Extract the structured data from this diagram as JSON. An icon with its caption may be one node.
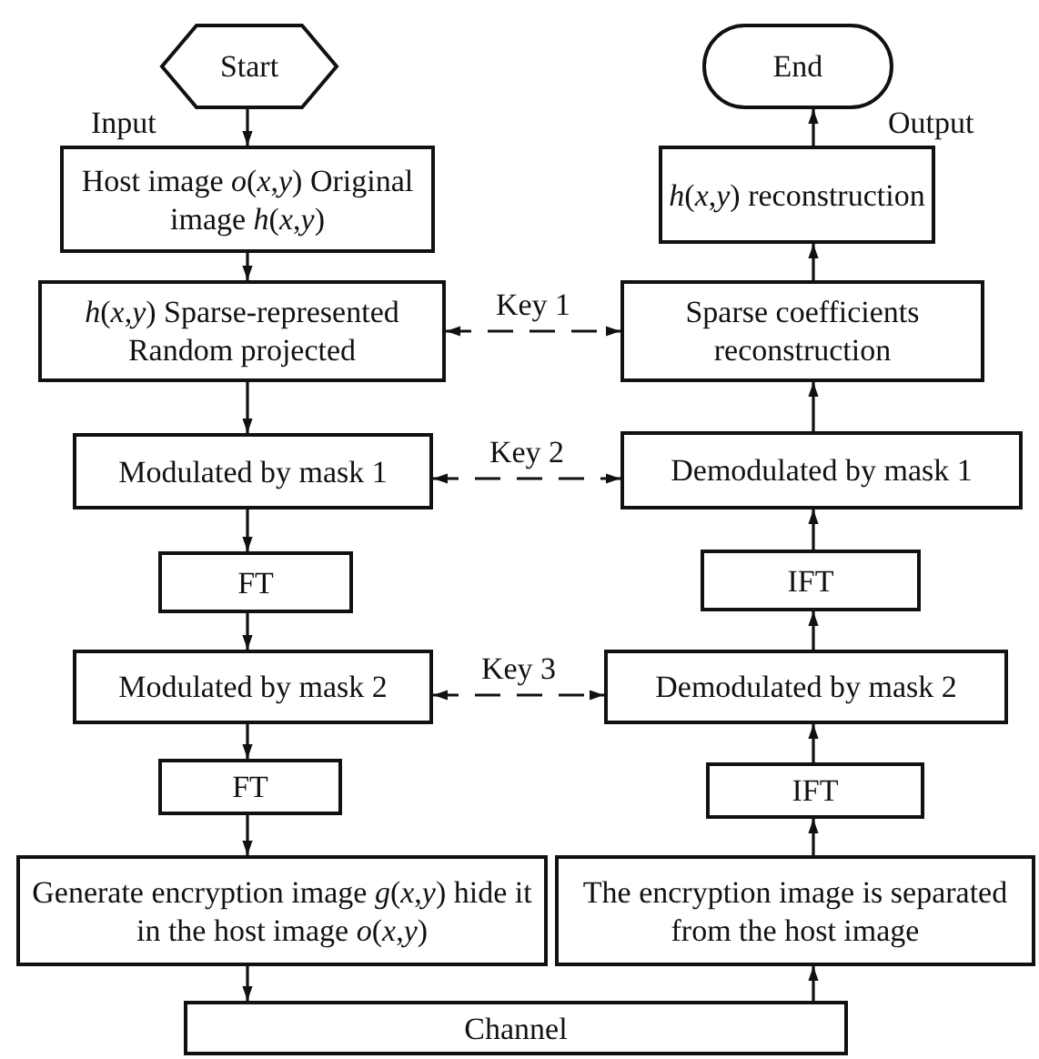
{
  "diagram": {
    "nodes": [
      {
        "text": [
          "Start"
        ]
      },
      {
        "text": [
          "End"
        ]
      },
      {
        "text": [
          "Host image *o*(*x*,*y*) Original image *h*(*x*,*y*)"
        ]
      },
      {
        "text": [
          "*h*(*x*,*y*) reconstruction"
        ]
      },
      {
        "text": [
          "*h*(*x*,*y*) Sparse-represented Random projected"
        ]
      },
      {
        "text": [
          "Sparse coefficients reconstruction"
        ]
      },
      {
        "text": [
          "Modulated by mask 1"
        ]
      },
      {
        "text": [
          "Demodulated by mask 1"
        ]
      },
      {
        "text": [
          "FT"
        ]
      },
      {
        "text": [
          "IFT"
        ]
      },
      {
        "text": [
          "Modulated by mask 2"
        ]
      },
      {
        "text": [
          "Demodulated by mask 2"
        ]
      },
      {
        "text": [
          "FT"
        ]
      },
      {
        "text": [
          "IFT"
        ]
      },
      {
        "text": [
          "Generate encryption image *g*(*x*,*y*) hide it in the host image *o*(*x*,*y*)"
        ]
      },
      {
        "text": [
          "The encryption image is separated from the host image"
        ]
      },
      {
        "text": [
          "Channel"
        ]
      }
    ],
    "edges": [
      {
        "from": 0,
        "to": 2,
        "arrow": "to"
      },
      {
        "from": 2,
        "to": 4,
        "arrow": "to"
      },
      {
        "from": 4,
        "to": 6,
        "arrow": "to"
      },
      {
        "from": 6,
        "to": 8,
        "arrow": "to"
      },
      {
        "from": 8,
        "to": 10,
        "arrow": "to"
      },
      {
        "from": 10,
        "to": 12,
        "arrow": "to"
      },
      {
        "from": 12,
        "to": 14,
        "arrow": "to"
      },
      {
        "from": 14,
        "to": 16,
        "arrow": "to"
      },
      {
        "from": 16,
        "to": 15,
        "arrow": "to"
      },
      {
        "from": 15,
        "to": 13,
        "arrow": "to"
      },
      {
        "from": 13,
        "to": 11,
        "arrow": "to"
      },
      {
        "from": 11,
        "to": 9,
        "arrow": "to"
      },
      {
        "from": 9,
        "to": 7,
        "arrow": "to"
      },
      {
        "from": 7,
        "to": 5,
        "arrow": "to"
      },
      {
        "from": 5,
        "to": 3,
        "arrow": "to"
      },
      {
        "from": 3,
        "to": 1,
        "arrow": "to"
      },
      {
        "from": 4,
        "to": 5,
        "arrow": "both",
        "style": "dashed",
        "label": "Key 1"
      },
      {
        "from": 6,
        "to": 7,
        "arrow": "both",
        "style": "dashed",
        "label": "Key 2"
      },
      {
        "from": 10,
        "to": 11,
        "arrow": "both",
        "style": "dashed",
        "label": "Key 3"
      }
    ],
    "labels": [
      "Input",
      "Output"
    ]
  }
}
